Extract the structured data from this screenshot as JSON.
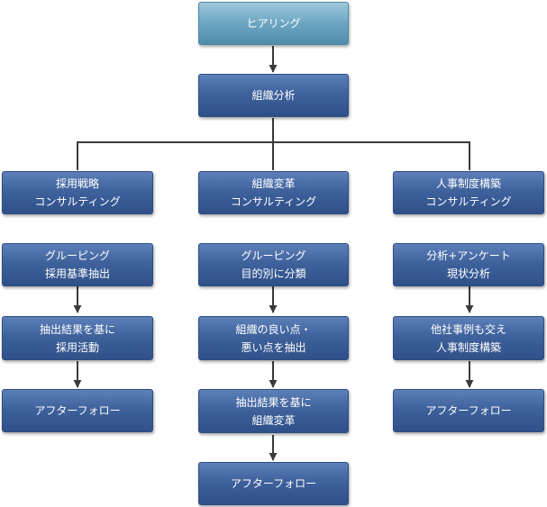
{
  "nodes": {
    "hearing": [
      "ヒアリング"
    ],
    "org_analysis": [
      "組織分析"
    ],
    "left": {
      "head": [
        "採用戦略",
        "コンサルティング"
      ],
      "step1": [
        "グルーピング",
        "採用基準抽出"
      ],
      "step2": [
        "抽出結果を基に",
        "採用活動"
      ],
      "step3": [
        "アフターフォロー"
      ]
    },
    "center": {
      "head": [
        "組織変革",
        "コンサルティング"
      ],
      "step1": [
        "グルーピング",
        "目的別に分類"
      ],
      "step2": [
        "組織の良い点・",
        "悪い点を抽出"
      ],
      "step3": [
        "抽出結果を基に",
        "組織変革"
      ],
      "step4": [
        "アフターフォロー"
      ]
    },
    "right": {
      "head": [
        "人事制度構築",
        "コンサルティング"
      ],
      "step1": [
        "分析+アンケート",
        "現状分析"
      ],
      "step2": [
        "他社事例も交え",
        "人事制度構築"
      ],
      "step3": [
        "アフターフォロー"
      ]
    }
  },
  "colors": {
    "node_fill": "#3f629c",
    "top_node_fill": "#6da6c2",
    "connector": "#3a3a3a"
  }
}
